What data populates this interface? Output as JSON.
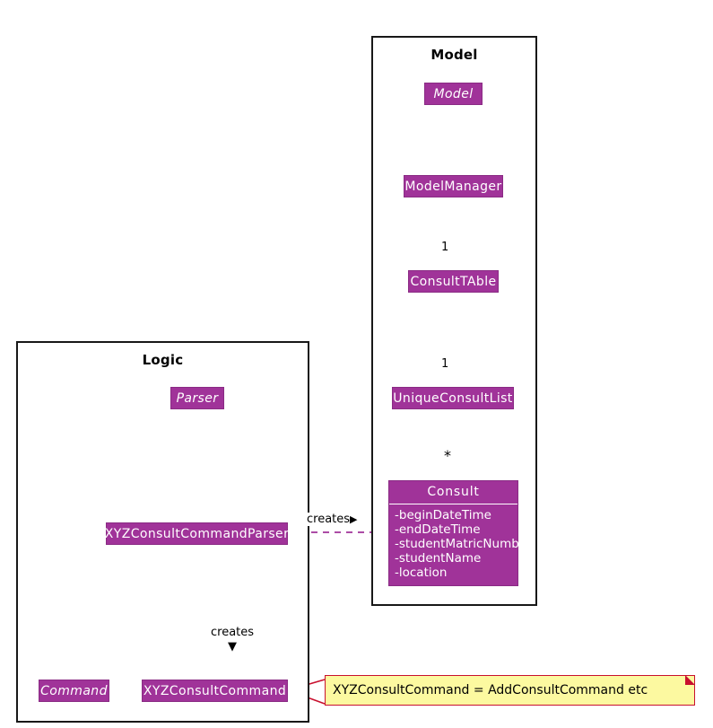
{
  "diagram": {
    "kind": "uml-class-diagram",
    "colors": {
      "class_fill": "#A03399",
      "class_stroke": "#8A2B84",
      "class_text": "#FFFFFF",
      "package_stroke": "#181818",
      "note_fill": "#FCF9A0",
      "note_stroke": "#C8102E",
      "connector": "#A03399",
      "background": "#FFFFFF"
    }
  },
  "packages": [
    {
      "id": "model",
      "title": "Model"
    },
    {
      "id": "logic",
      "title": "Logic"
    }
  ],
  "classes": [
    {
      "id": "model-iface",
      "name": "Model",
      "abstract": true,
      "package": "model"
    },
    {
      "id": "model-manager",
      "name": "ModelManager",
      "abstract": false,
      "package": "model"
    },
    {
      "id": "consult-table",
      "name": "ConsultTAble",
      "abstract": false,
      "package": "model"
    },
    {
      "id": "unique-consult-list",
      "name": "UniqueConsultList",
      "abstract": false,
      "package": "model"
    },
    {
      "id": "parser-iface",
      "name": "Parser",
      "abstract": true,
      "package": "logic"
    },
    {
      "id": "xyz-parser",
      "name": "XYZConsultCommandParser",
      "abstract": false,
      "package": "logic"
    },
    {
      "id": "command-iface",
      "name": "Command",
      "abstract": true,
      "package": "logic"
    },
    {
      "id": "xyz-command",
      "name": "XYZConsultCommand",
      "abstract": false,
      "package": "logic"
    }
  ],
  "entity_class": {
    "id": "consult",
    "name": "Consult",
    "attributes": [
      "-beginDateTime",
      "-endDateTime",
      "-studentMatricNumber",
      "-studentName",
      "-location"
    ]
  },
  "multiplicities": [
    {
      "id": "mult-manager-table",
      "value": "1"
    },
    {
      "id": "mult-table-list",
      "value": "1"
    },
    {
      "id": "mult-list-consult",
      "value": "*"
    }
  ],
  "relationship_labels": [
    {
      "id": "creates-consult",
      "text": "creates",
      "marker": "▶"
    },
    {
      "id": "creates-command",
      "text": "creates",
      "marker": "▼"
    }
  ],
  "notes": [
    {
      "id": "note-xyz",
      "text": "XYZConsultCommand = AddConsultCommand etc"
    }
  ]
}
